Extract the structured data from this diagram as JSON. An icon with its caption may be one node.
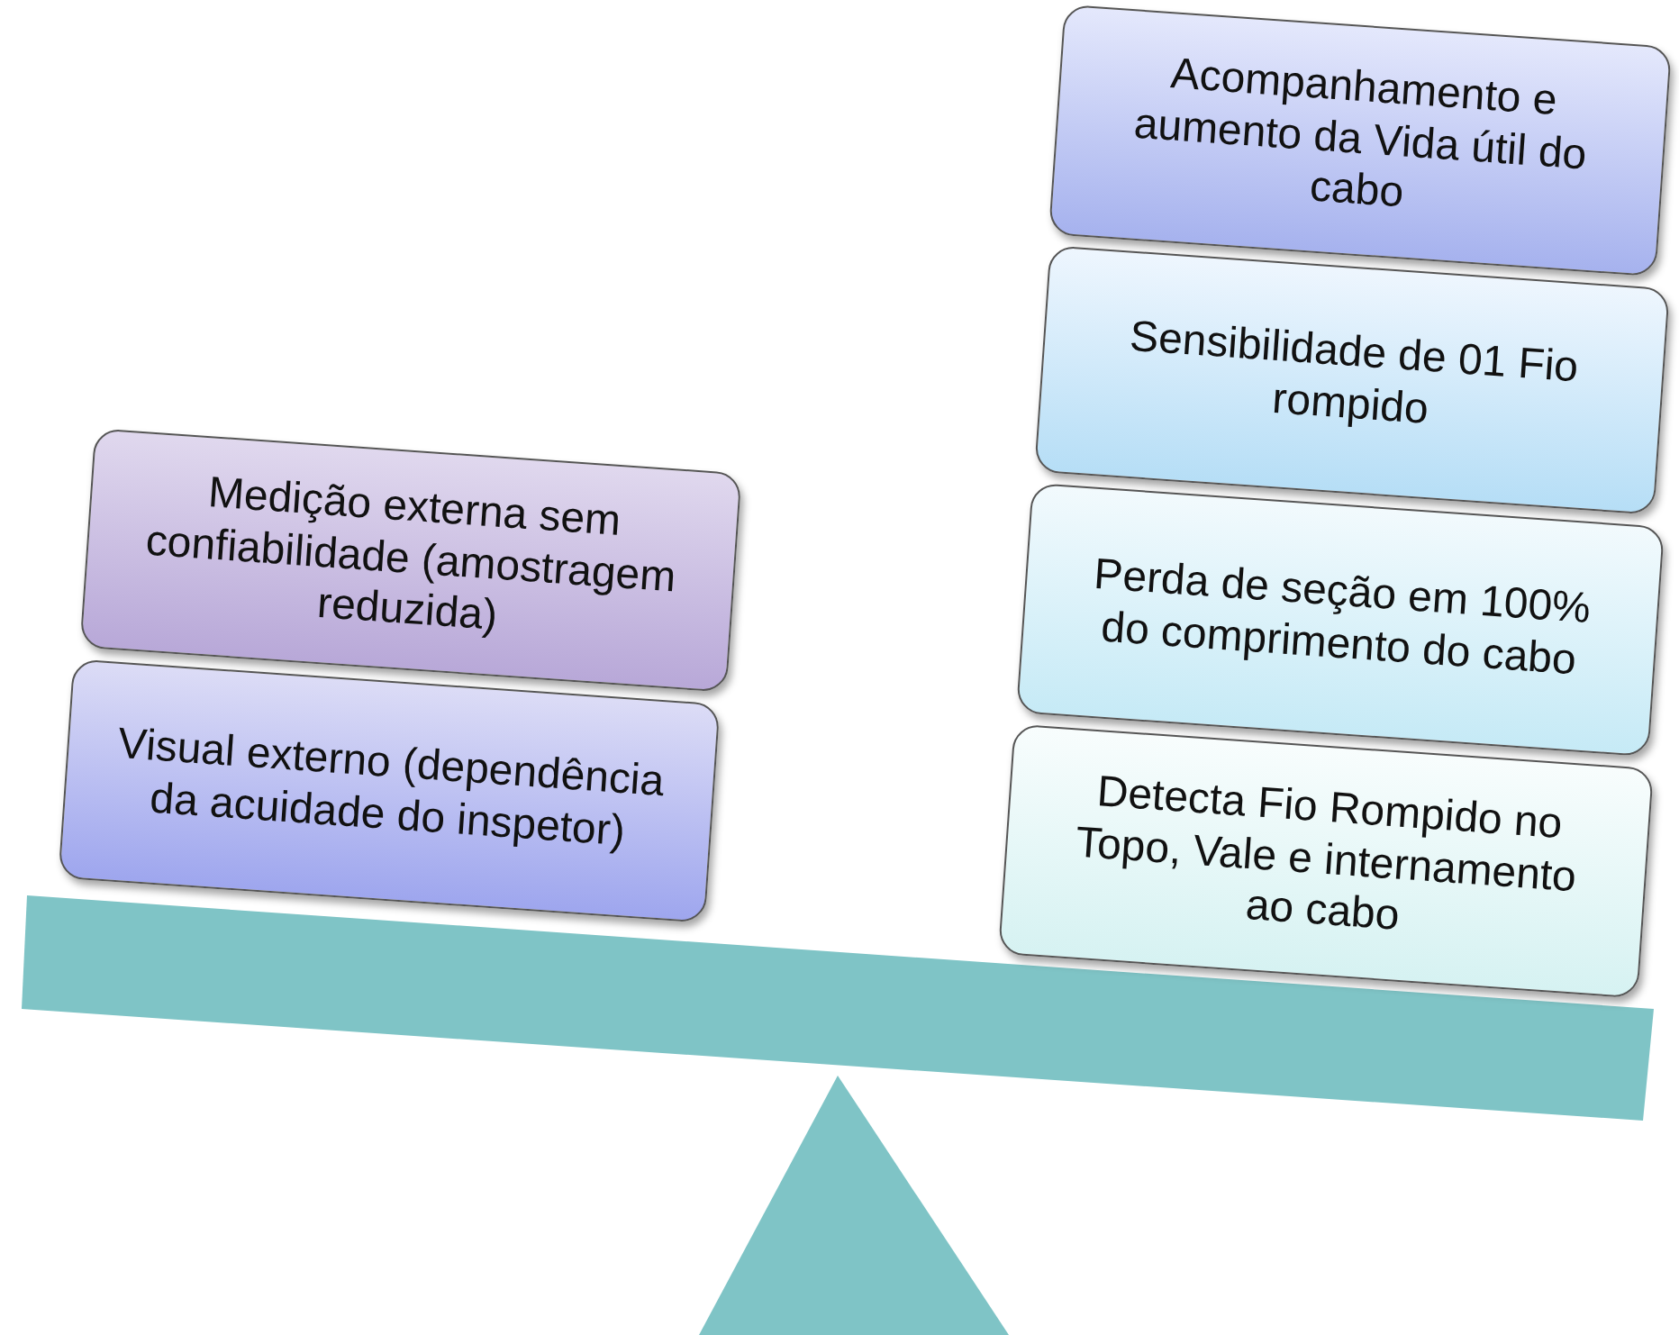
{
  "diagram": {
    "nodes": [
      {
        "text": [
          "Medição externa sem confiabilidade (amostragem reduzida)"
        ]
      },
      {
        "text": [
          "Visual externo (dependência da acuidade do inspetor)"
        ]
      },
      {
        "text": [
          "Acompanhamento e aumento da Vida útil do cabo"
        ]
      },
      {
        "text": [
          "Sensibilidade de 01 Fio rompido"
        ]
      },
      {
        "text": [
          "Perda de seção em 100% do comprimento do cabo"
        ]
      },
      {
        "text": [
          "Detecta Fio Rompido no Topo, Vale e internamento ao cabo"
        ]
      }
    ]
  }
}
